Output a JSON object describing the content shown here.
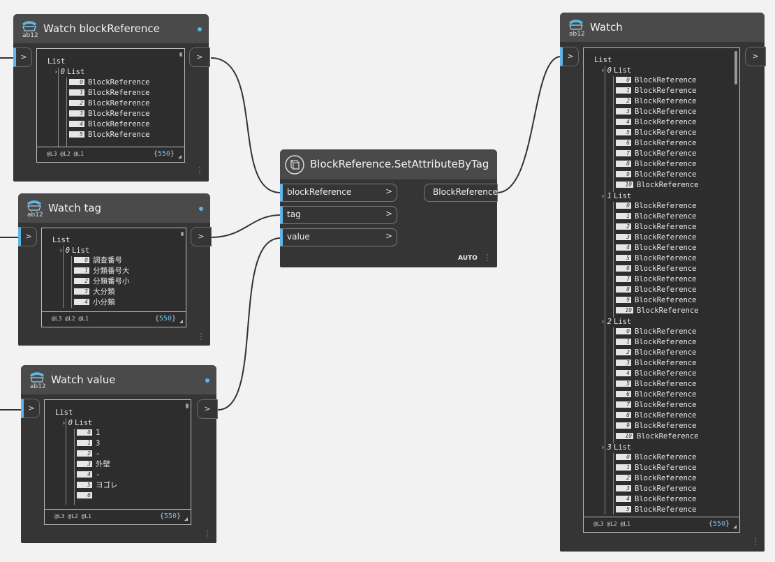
{
  "colors": {
    "canvas": "#f2f2f2",
    "node_body": "#353535",
    "node_header": "#4a4a4a",
    "accent": "#5fb4e8",
    "wire": "#333333"
  },
  "icons": {
    "watch": "watch-ab12-icon",
    "setattr": "block-node-icon",
    "chevron": "chevron-right-icon"
  },
  "common": {
    "levels": "@L3 @L2 @L1",
    "count_open": "{",
    "count": "550",
    "count_close": "}",
    "list": "List",
    "arrow": ">"
  },
  "watch_block": {
    "title": "Watch blockReference",
    "items": [
      {
        "i": "0",
        "v": "BlockReference"
      },
      {
        "i": "1",
        "v": "BlockReference"
      },
      {
        "i": "2",
        "v": "BlockReference"
      },
      {
        "i": "3",
        "v": "BlockReference"
      },
      {
        "i": "4",
        "v": "BlockReference"
      },
      {
        "i": "5",
        "v": "BlockReference"
      }
    ]
  },
  "watch_tag": {
    "title": "Watch tag",
    "items": [
      {
        "i": "0",
        "v": "調査番号"
      },
      {
        "i": "1",
        "v": "分類番号大"
      },
      {
        "i": "2",
        "v": "分類番号小"
      },
      {
        "i": "3",
        "v": "大分類"
      },
      {
        "i": "4",
        "v": "小分類"
      }
    ]
  },
  "watch_value": {
    "title": "Watch value",
    "items": [
      {
        "i": "0",
        "v": "1"
      },
      {
        "i": "1",
        "v": "3"
      },
      {
        "i": "2",
        "v": "-"
      },
      {
        "i": "3",
        "v": "外壁"
      },
      {
        "i": "4",
        "v": "-"
      },
      {
        "i": "5",
        "v": "ヨゴレ"
      },
      {
        "i": "6",
        "v": ""
      }
    ]
  },
  "setattr": {
    "title": "BlockReference.SetAttributeByTag",
    "inputs": [
      "blockReference",
      "tag",
      "value"
    ],
    "output": "BlockReference",
    "lacing": "AUTO"
  },
  "watch_main": {
    "title": "Watch",
    "groups": [
      {
        "n": "0",
        "items": [
          "0",
          "1",
          "2",
          "3",
          "4",
          "5",
          "6",
          "7",
          "8",
          "9",
          "10"
        ]
      },
      {
        "n": "1",
        "items": [
          "0",
          "1",
          "2",
          "3",
          "4",
          "5",
          "6",
          "7",
          "8",
          "9",
          "10"
        ]
      },
      {
        "n": "2",
        "items": [
          "0",
          "1",
          "2",
          "3",
          "4",
          "5",
          "6",
          "7",
          "8",
          "9",
          "10"
        ]
      },
      {
        "n": "3",
        "items": [
          "0",
          "1",
          "2",
          "3",
          "4",
          "5"
        ]
      }
    ],
    "value": "BlockReference"
  }
}
